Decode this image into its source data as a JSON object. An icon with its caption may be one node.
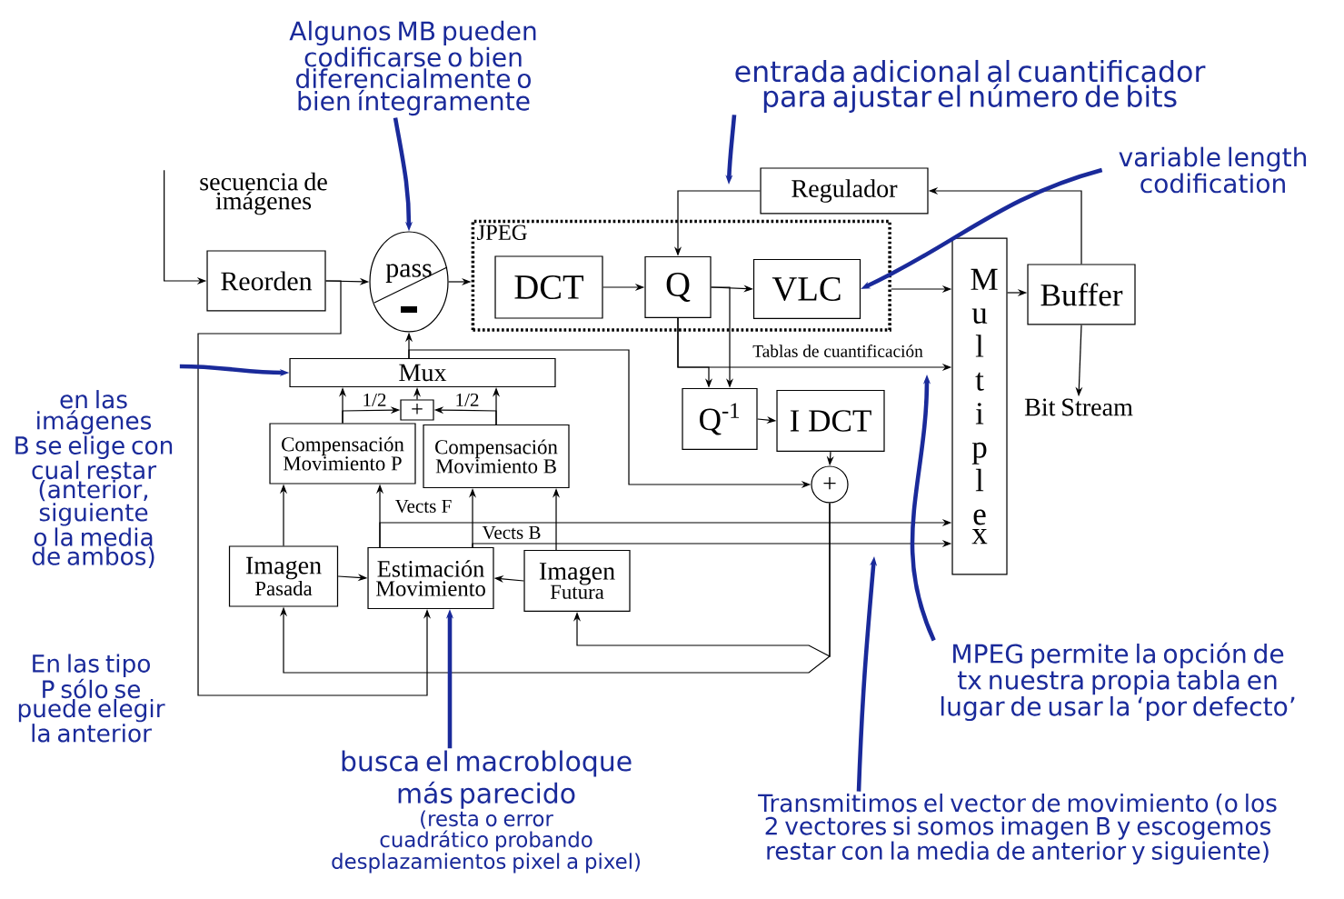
{
  "diagram": {
    "nodes": [
      {
        "text": [
          "secuencia de imágenes"
        ]
      },
      {
        "text": [
          "Reorden"
        ]
      },
      {
        "text": [
          "pass"
        ]
      },
      {
        "text": [
          "JPEG"
        ]
      },
      {
        "text": [
          "DCT"
        ],
        "in": 3
      },
      {
        "text": [
          "Q"
        ],
        "in": 3
      },
      {
        "text": [
          "VLC"
        ],
        "in": 3
      },
      {
        "text": [
          "Regulador"
        ]
      },
      {
        "text": [
          "Multiplex"
        ]
      },
      {
        "text": [
          "Buffer"
        ]
      },
      {
        "text": [
          "Bit Stream"
        ]
      },
      {
        "text": [
          "Mux"
        ]
      },
      {
        "text": [
          "+"
        ]
      },
      {
        "text": [
          "Compensación",
          "Movimiento P"
        ]
      },
      {
        "text": [
          "Compensación",
          "Movimiento B"
        ]
      },
      {
        "text": [
          "Q$^{-1}$"
        ]
      },
      {
        "text": [
          "I DCT"
        ]
      },
      {
        "text": [
          "+"
        ]
      },
      {
        "text": [
          "Imagen",
          "Pasada"
        ]
      },
      {
        "text": [
          "Estimación",
          "Movimiento"
        ]
      },
      {
        "text": [
          "Imagen",
          "Futura"
        ]
      },
      {
        "text": [
          "Algunos MB pueden codificarse o bien diferencialmente o bien íntegramente"
        ]
      },
      {
        "text": [
          "entrada adicional al cuantificador para ajustar el número de bits"
        ]
      },
      {
        "text": [
          "variable length codification"
        ]
      },
      {
        "text": [
          "en las imágenes B se elige con cual restar (anterior, siguiente o la media de ambos)"
        ]
      },
      {
        "text": [
          "busca el macrobloque más parecido",
          "(resta o error cuadrático probando desplazamientos pixel a pixel)"
        ]
      },
      {
        "text": [
          "MPEG permite la opción de tx nuestra propia tabla en lugar de usar la ‘por defecto’"
        ]
      },
      {
        "text": [
          "Transmitimos el vector de movimiento (o los 2 vectores si somos imagen B y escogemos restar con la media de anterior y siguiente)"
        ]
      }
    ],
    "edges": [
      {
        "from": 0,
        "to": 1,
        "arrow": "to"
      },
      {
        "from": 1,
        "to": 2,
        "arrow": "to"
      },
      {
        "from": 2,
        "to": 3,
        "arrow": "to"
      },
      {
        "from": 4,
        "to": 5,
        "arrow": "to"
      },
      {
        "from": 5,
        "to": 6,
        "arrow": "to"
      },
      {
        "from": 3,
        "to": 8,
        "arrow": "to"
      },
      {
        "from": 8,
        "to": 9,
        "arrow": "to"
      },
      {
        "from": 9,
        "to": 7,
        "arrow": "to"
      },
      {
        "from": 9,
        "to": 10,
        "arrow": "to"
      },
      {
        "from": 7,
        "to": 5,
        "arrow": "to"
      },
      {
        "from": 5,
        "to": 8,
        "arrow": "to",
        "label": "Tablas de cuantificación"
      },
      {
        "from": 5,
        "to": 15,
        "arrow": "to"
      },
      {
        "from": 5,
        "to": 15,
        "arrow": "to"
      },
      {
        "from": 15,
        "to": 16,
        "arrow": "to"
      },
      {
        "from": 16,
        "to": 17,
        "arrow": "to"
      },
      {
        "from": 1,
        "to": 19,
        "arrow": "to"
      },
      {
        "from": 11,
        "to": 2,
        "arrow": "to"
      },
      {
        "from": 11,
        "to": 17,
        "arrow": "to"
      },
      {
        "from": 17,
        "to": 20,
        "arrow": "to"
      },
      {
        "from": 17,
        "to": 18,
        "arrow": "to"
      },
      {
        "from": 13,
        "to": 11,
        "arrow": "to"
      },
      {
        "from": 14,
        "to": 11,
        "arrow": "to"
      },
      {
        "from": 13,
        "to": 12,
        "arrow": "to",
        "label": "1/2"
      },
      {
        "from": 14,
        "to": 12,
        "arrow": "to",
        "label": "1/2"
      },
      {
        "from": 12,
        "to": 11,
        "arrow": "to"
      },
      {
        "from": 18,
        "to": 13,
        "arrow": "to"
      },
      {
        "from": 18,
        "to": 19,
        "arrow": "to"
      },
      {
        "from": 20,
        "to": 19,
        "arrow": "to"
      },
      {
        "from": 20,
        "to": 14,
        "arrow": "to"
      },
      {
        "from": 19,
        "to": 13,
        "arrow": "to"
      },
      {
        "from": 19,
        "to": 14,
        "arrow": "to"
      },
      {
        "from": 19,
        "to": 8,
        "arrow": "to",
        "label": "Vects F"
      },
      {
        "from": 19,
        "to": 8,
        "arrow": "to",
        "label": "Vects B"
      },
      {
        "from": 21,
        "to": 2,
        "arrow": "to",
        "style": "thick",
        "color": "#1a2a9a"
      },
      {
        "from": 22,
        "to": null,
        "arrow": "to",
        "style": "thick",
        "color": "#1a2a9a"
      },
      {
        "from": 23,
        "to": 6,
        "arrow": "to",
        "style": "thick",
        "color": "#1a2a9a"
      },
      {
        "from": 24,
        "to": 11,
        "arrow": "to",
        "style": "thick",
        "color": "#1a2a9a"
      },
      {
        "from": 25,
        "to": 19,
        "arrow": "to",
        "style": "thick",
        "color": "#1a2a9a"
      },
      {
        "from": 26,
        "to": null,
        "arrow": "to",
        "style": "thick",
        "color": "#1a2a9a"
      },
      {
        "from": 27,
        "to": null,
        "arrow": "to",
        "style": "thick",
        "color": "#1a2a9a"
      }
    ],
    "labels": [
      "En las tipo P sólo se puede elegir la anterior"
    ]
  }
}
